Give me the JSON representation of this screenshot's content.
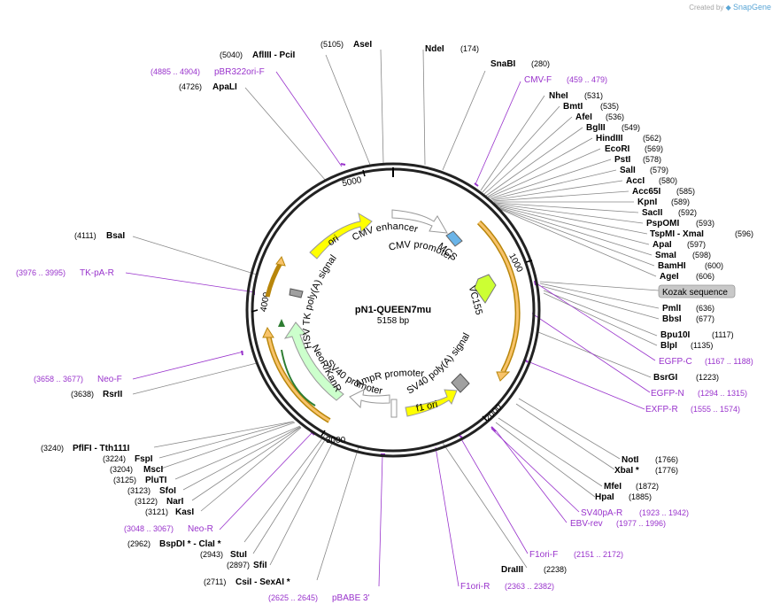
{
  "credit": {
    "prefix": "Created by",
    "brand": "SnapGene"
  },
  "plasmid": {
    "name": "pN1-QUEEN7mu",
    "length_label": "5158 bp",
    "length": 5158
  },
  "ticks": [
    "1000",
    "2000",
    "3000",
    "4000",
    "5000"
  ],
  "feature_labels": [
    {
      "key": "cmv_enhancer",
      "text": "CMV enhancer"
    },
    {
      "key": "cmv_promoter",
      "text": "CMV promoter"
    },
    {
      "key": "mcs",
      "text": "MCS"
    },
    {
      "key": "vc155",
      "text": "VC155"
    },
    {
      "key": "sv40_polya",
      "text": "SV40 poly(A) signal"
    },
    {
      "key": "f1_ori",
      "text": "f1 ori"
    },
    {
      "key": "ampr_promoter",
      "text": "AmpR promoter"
    },
    {
      "key": "sv40_promoter",
      "text": "SV40 promoter"
    },
    {
      "key": "neor",
      "text": "NeoR/KanR"
    },
    {
      "key": "hsv_tk",
      "text": "HSV TK poly(A) signal"
    },
    {
      "key": "ori",
      "text": "ori"
    }
  ],
  "kozak_label": "Kozak sequence",
  "enzymes": [
    {
      "name": "NdeI",
      "pos": "(174)"
    },
    {
      "name": "SnaBI",
      "pos": "(280)"
    },
    {
      "name": "NheI",
      "pos": "(531)"
    },
    {
      "name": "BmtI",
      "pos": "(535)"
    },
    {
      "name": "AfeI",
      "pos": "(536)"
    },
    {
      "name": "BglII",
      "pos": "(549)"
    },
    {
      "name": "HindIII",
      "pos": "(562)"
    },
    {
      "name": "EcoRI",
      "pos": "(569)"
    },
    {
      "name": "PstI",
      "pos": "(578)"
    },
    {
      "name": "SalI",
      "pos": "(579)"
    },
    {
      "name": "AccI",
      "pos": "(580)"
    },
    {
      "name": "Acc65I",
      "pos": "(585)"
    },
    {
      "name": "KpnI",
      "pos": "(589)"
    },
    {
      "name": "SacII",
      "pos": "(592)"
    },
    {
      "name": "PspOMI",
      "pos": "(593)"
    },
    {
      "name": "TspMI  -  XmaI",
      "pos": "(596)"
    },
    {
      "name": "ApaI",
      "pos": "(597)"
    },
    {
      "name": "SmaI",
      "pos": "(598)"
    },
    {
      "name": "BamHI",
      "pos": "(600)"
    },
    {
      "name": "AgeI",
      "pos": "(606)"
    },
    {
      "name": "PmlI",
      "pos": "(636)"
    },
    {
      "name": "BbsI",
      "pos": "(677)"
    },
    {
      "name": "Bpu10I",
      "pos": "(1117)"
    },
    {
      "name": "BlpI",
      "pos": "(1135)"
    },
    {
      "name": "BsrGI",
      "pos": "(1223)"
    },
    {
      "name": "NotI",
      "pos": "(1766)"
    },
    {
      "name": "XbaI *",
      "pos": "(1776)"
    },
    {
      "name": "MfeI",
      "pos": "(1872)"
    },
    {
      "name": "HpaI",
      "pos": "(1885)"
    },
    {
      "name": "DraIII",
      "pos": "(2238)"
    },
    {
      "name": "CsiI  -  SexAI *",
      "pos": "(2711)"
    },
    {
      "name": "SfiI",
      "pos": "(2897)"
    },
    {
      "name": "StuI",
      "pos": "(2943)"
    },
    {
      "name": "BspDI *  -  ClaI *",
      "pos": "(2962)"
    },
    {
      "name": "KasI",
      "pos": "(3121)"
    },
    {
      "name": "NarI",
      "pos": "(3122)"
    },
    {
      "name": "SfoI",
      "pos": "(3123)"
    },
    {
      "name": "PluTI",
      "pos": "(3125)"
    },
    {
      "name": "MscI",
      "pos": "(3204)"
    },
    {
      "name": "FspI",
      "pos": "(3224)"
    },
    {
      "name": "PflFI  -  Tth111I",
      "pos": "(3240)"
    },
    {
      "name": "RsrII",
      "pos": "(3638)"
    },
    {
      "name": "BsaI",
      "pos": "(4111)"
    },
    {
      "name": "ApaLI",
      "pos": "(4726)"
    },
    {
      "name": "AflIII  -  PciI",
      "pos": "(5040)"
    },
    {
      "name": "AseI",
      "pos": "(5105)"
    }
  ],
  "primers": [
    {
      "name": "CMV-F",
      "pos": "(459 .. 479)"
    },
    {
      "name": "EGFP-C",
      "pos": "(1167 .. 1188)"
    },
    {
      "name": "EGFP-N",
      "pos": "(1294 .. 1315)"
    },
    {
      "name": "EXFP-R",
      "pos": "(1555 .. 1574)"
    },
    {
      "name": "SV40pA-R",
      "pos": "(1923 .. 1942)"
    },
    {
      "name": "EBV-rev",
      "pos": "(1977 .. 1996)"
    },
    {
      "name": "F1ori-F",
      "pos": "(2151 .. 2172)"
    },
    {
      "name": "F1ori-R",
      "pos": "(2363 .. 2382)"
    },
    {
      "name": "pBABE 3'",
      "pos": "(2625 .. 2645)"
    },
    {
      "name": "Neo-R",
      "pos": "(3048 .. 3067)"
    },
    {
      "name": "Neo-F",
      "pos": "(3658 .. 3677)"
    },
    {
      "name": "TK-pA-R",
      "pos": "(3976 .. 3995)"
    },
    {
      "name": "pBR322ori-F",
      "pos": "(4885 .. 4904)"
    }
  ]
}
